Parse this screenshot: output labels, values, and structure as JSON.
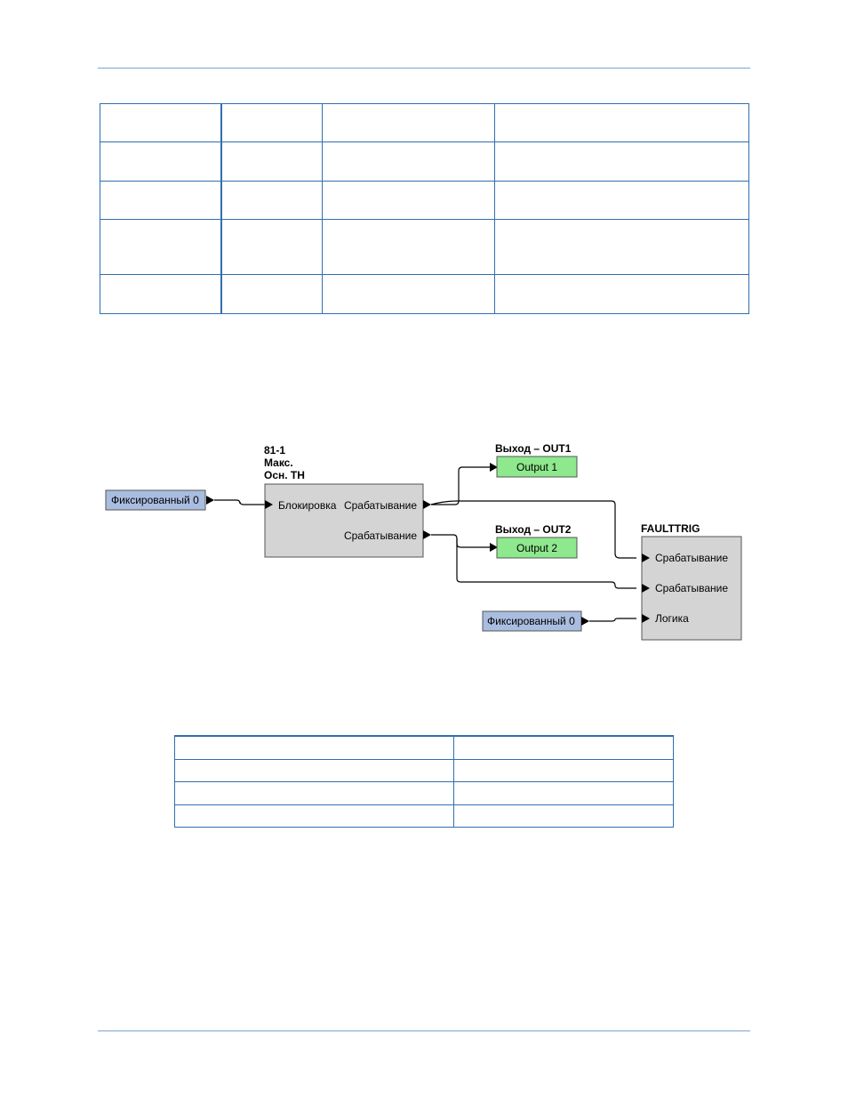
{
  "header_rule_color": "#7aa7cf",
  "table_border_color": "#2f6fb0",
  "top_table": {
    "rows": 5,
    "cols": 4,
    "cells": []
  },
  "bottom_table": {
    "rows": 4,
    "cols": 2,
    "cells": []
  },
  "diagram": {
    "block_81": {
      "title_lines": [
        "81-1",
        "Макс.",
        "Осн. ТН"
      ],
      "inputs": [
        "Блокировка"
      ],
      "outputs": [
        "Срабатывание",
        "Срабатывание"
      ]
    },
    "fixed_source_1": {
      "label": "Фиксированный 0"
    },
    "fixed_source_2": {
      "label": "Фиксированный 0"
    },
    "out1": {
      "title": "Выход – OUT1",
      "label": "Output 1"
    },
    "out2": {
      "title": "Выход – OUT2",
      "label": "Output 2"
    },
    "faulttrig": {
      "title": "FAULTTRIG",
      "inputs": [
        "Срабатывание",
        "Срабатывание",
        "Логика"
      ]
    },
    "colors": {
      "block_fill": "#d4d4d4",
      "fixed_fill": "#a9bde0",
      "output_fill": "#8ee88e",
      "wire": "#000000"
    }
  }
}
